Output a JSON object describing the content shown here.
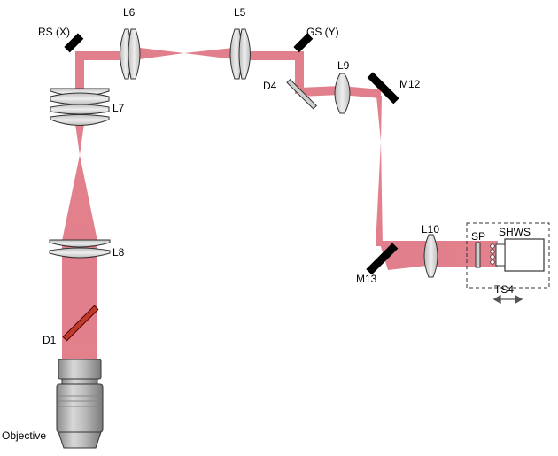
{
  "labels": {
    "rs": "RS (X)",
    "l6": "L6",
    "l5": "L5",
    "gs": "GS (Y)",
    "d4": "D4",
    "l9": "L9",
    "m12": "M12",
    "l7": "L7",
    "l8": "L8",
    "d1": "D1",
    "objective": "Objective",
    "m13": "M13",
    "l10": "L10",
    "sp": "SP",
    "shws": "SHWS",
    "ts4": "TS4"
  },
  "colors": {
    "beam": "#e07a86",
    "beam_dark": "#d9636f",
    "mirror": "#000000",
    "optic_fill": "#d0d0d0",
    "dichroic": "#c0392b"
  }
}
